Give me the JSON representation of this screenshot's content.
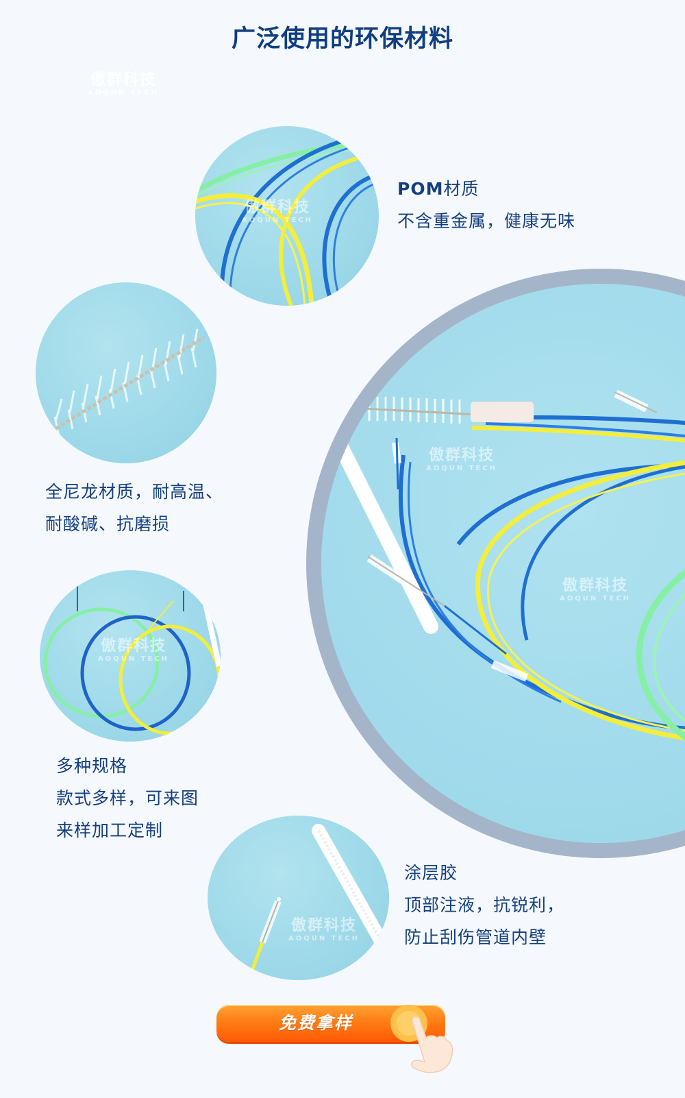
{
  "page": {
    "title": "广泛使用的环保材料",
    "watermark": {
      "cn": "傲群科技",
      "en": "AOQUN TECH"
    }
  },
  "features": [
    {
      "heading_bold": "POM",
      "heading": "材质",
      "lines": [
        "不含重金属，健康无味"
      ]
    },
    {
      "heading": "全尼龙材质，耐高温、",
      "lines": [
        "耐酸碱、抗磨损"
      ]
    },
    {
      "heading": "多种规格",
      "lines": [
        "款式多样，可来图",
        "来样加工定制"
      ]
    },
    {
      "heading": "涂层胶",
      "lines": [
        "顶部注液，抗锐利，",
        "防止刮伤管道内壁"
      ]
    }
  ],
  "photos": [
    {
      "subject": "POM colored tubes (green, yellow, blue)"
    },
    {
      "subject": "nylon twisted wire brush close-up"
    },
    {
      "subject": "coiled tube brushes green/blue/yellow"
    },
    {
      "subject": "coated tip brushes (white and yellow)"
    },
    {
      "subject": "assorted tube cleaning brushes (large hero image)"
    }
  ],
  "cta": {
    "label": "免费拿样",
    "icon": "hand-pointer-icon"
  },
  "colors": {
    "background": "#f5f9fe",
    "title": "#103e7e",
    "text": "#143f7d",
    "photo_bg": "#9ed9e9",
    "ring": "#a4b5ca",
    "cta_orange": "#ff7a12",
    "tube_blue": "#1e6fd0",
    "tube_yellow": "#f2ef3a",
    "tube_green": "#7ff0a0"
  }
}
